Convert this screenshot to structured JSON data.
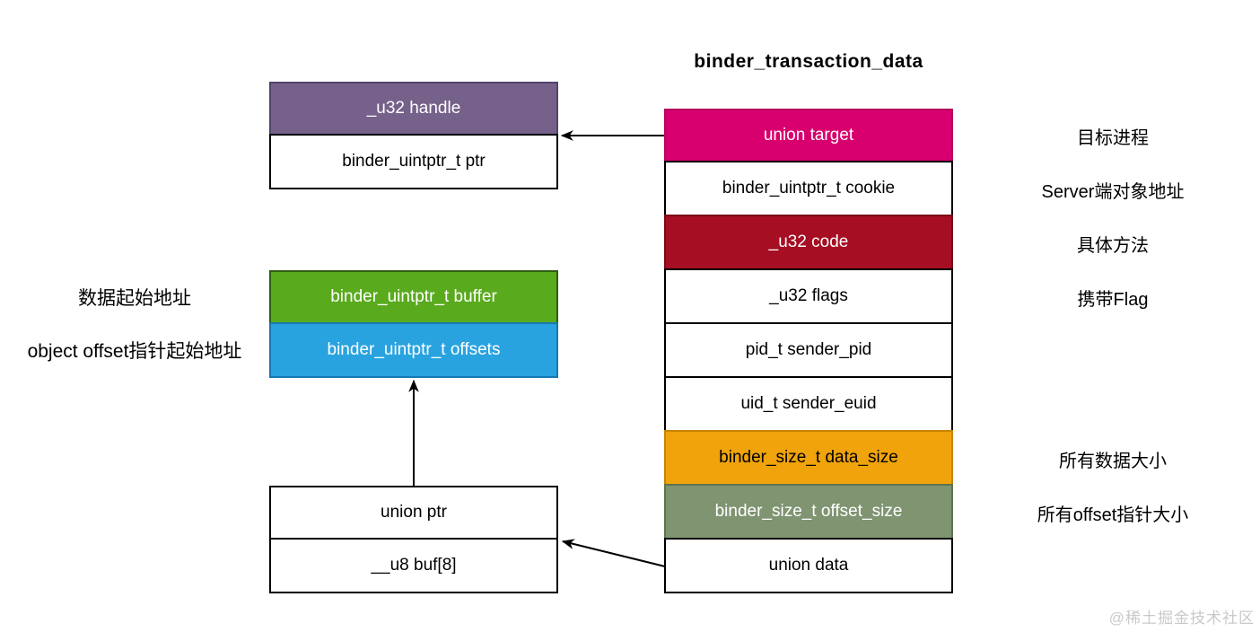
{
  "title": "binder_transaction_data",
  "main_struct": {
    "rows": [
      {
        "label": "union target",
        "fill": "#D8006E",
        "border": "#B5055E",
        "text": "#FFFFFF"
      },
      {
        "label": "binder_uintptr_t cookie",
        "fill": "#FFFFFF",
        "border": "#000000",
        "text": "#000000"
      },
      {
        "label": "_u32 code",
        "fill": "#A50E23",
        "border": "#7A0A19",
        "text": "#FFFFFF"
      },
      {
        "label": "_u32 flags",
        "fill": "#FFFFFF",
        "border": "#000000",
        "text": "#000000"
      },
      {
        "label": "pid_t sender_pid",
        "fill": "#FFFFFF",
        "border": "#000000",
        "text": "#000000"
      },
      {
        "label": "uid_t sender_euid",
        "fill": "#FFFFFF",
        "border": "#000000",
        "text": "#000000"
      },
      {
        "label": "binder_size_t data_size",
        "fill": "#F0A30A",
        "border": "#C98500",
        "text": "#000000"
      },
      {
        "label": "binder_size_t offset_size",
        "fill": "#7F9471",
        "border": "#5F7350",
        "text": "#FFFFFF"
      },
      {
        "label": "union data",
        "fill": "#FFFFFF",
        "border": "#000000",
        "text": "#000000"
      }
    ]
  },
  "handle_box": {
    "rows": [
      {
        "label": "_u32 handle",
        "fill": "#75618A",
        "border": "#52446B",
        "text": "#FFFFFF"
      },
      {
        "label": "binder_uintptr_t ptr",
        "fill": "#FFFFFF",
        "border": "#000000",
        "text": "#000000"
      }
    ]
  },
  "buffer_box": {
    "rows": [
      {
        "label": "binder_uintptr_t buffer",
        "fill": "#5AAA1E",
        "border": "#2D5F12",
        "text": "#FFFFFF"
      },
      {
        "label": "binder_uintptr_t offsets",
        "fill": "#29A3DF",
        "border": "#1678B4",
        "text": "#FFFFFF"
      }
    ]
  },
  "ptr_box": {
    "rows": [
      {
        "label": "union ptr",
        "fill": "#FFFFFF",
        "border": "#000000",
        "text": "#000000"
      },
      {
        "label": "__u8 buf[8]",
        "fill": "#FFFFFF",
        "border": "#000000",
        "text": "#000000"
      }
    ]
  },
  "right_annotations": [
    {
      "label": "目标进程"
    },
    {
      "label": "Server端对象地址"
    },
    {
      "label": "具体方法"
    },
    {
      "label": "携带Flag"
    },
    {
      "label": "所有数据大小"
    },
    {
      "label": "所有offset指针大小"
    }
  ],
  "left_annotations": [
    {
      "label": "数据起始地址"
    },
    {
      "label": "object offset指针起始地址"
    }
  ],
  "arrows": [
    {
      "from": "union target",
      "to": "_u32 handle"
    },
    {
      "from": "union ptr",
      "to": "binder_uintptr_t offsets"
    },
    {
      "from": "union data",
      "to": "__u8 buf[8]"
    }
  ],
  "watermark": "@稀土掘金技术社区",
  "colors": {
    "background": "#FFFFFF",
    "arrow": "#000000",
    "watermark": "#C9C9C9"
  }
}
